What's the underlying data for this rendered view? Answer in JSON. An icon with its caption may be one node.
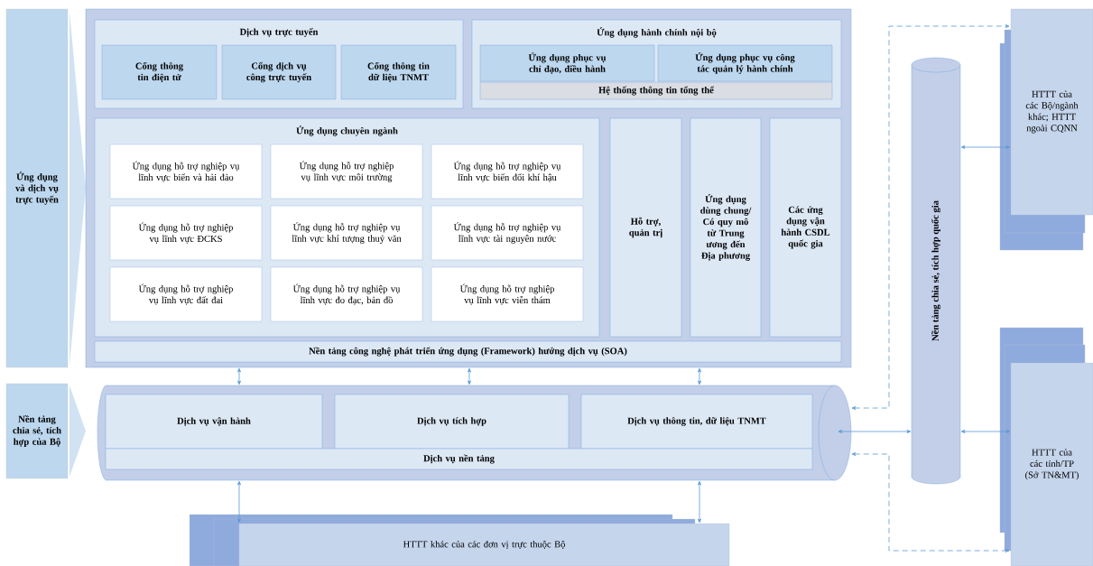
{
  "diagram": {
    "nodes": [
      {
        "text": [
          "Ứng dụng và dịch vụ trực tuyến"
        ]
      },
      {
        "text": [],
        "shape": "box"
      },
      {
        "text": [
          "Dịch vụ trực tuyến"
        ],
        "in": 1
      },
      {
        "text": [
          "Cổng thông tin điện tử"
        ],
        "in": 2
      },
      {
        "text": [
          "Cổng dịch vụ công trực tuyến"
        ],
        "in": 2
      },
      {
        "text": [
          "Cổng thông tin dữ liệu TNMT"
        ],
        "in": 2
      },
      {
        "text": [
          "Ứng dụng hành chính nội bộ"
        ],
        "in": 1
      },
      {
        "text": [
          "Ứng dụng phục vụ chỉ đạo, điều hành"
        ],
        "in": 6
      },
      {
        "text": [
          "Ứng dụng phục vụ công tác quản lý hành chính"
        ],
        "in": 6
      },
      {
        "text": [
          "Hệ thống thông tin tổng thể"
        ],
        "in": 6
      },
      {
        "text": [
          "Ứng dụng chuyên ngành"
        ],
        "in": 1
      },
      {
        "text": [
          "Ứng dụng hỗ trợ nghiệp vụ lĩnh vực biển và hải đảo"
        ],
        "in": 10
      },
      {
        "text": [
          "Ứng dụng hỗ trợ nghiệp vụ lĩnh vực môi trường"
        ],
        "in": 10
      },
      {
        "text": [
          "Ứng dụng hỗ trợ nghiệp vụ lĩnh vực biến đổi khí hậu"
        ],
        "in": 10
      },
      {
        "text": [
          "Ứng dụng hỗ trợ nghiệp vụ lĩnh vực ĐCKS"
        ],
        "in": 10
      },
      {
        "text": [
          "Ứng dụng hỗ trợ nghiệp vụ lĩnh vực khí tượng thuỷ văn"
        ],
        "in": 10
      },
      {
        "text": [
          "Ứng dụng hỗ trợ nghiệp vụ lĩnh vực tài nguyên nước"
        ],
        "in": 10
      },
      {
        "text": [
          "Ứng dụng hỗ trợ nghiệp vụ lĩnh vực đất đai"
        ],
        "in": 10
      },
      {
        "text": [
          "Ứng dụng hỗ trợ nghiệp vụ lĩnh vực đo đạc, bản đồ"
        ],
        "in": 10
      },
      {
        "text": [
          "Ứng dụng hỗ trợ nghiệp vụ lĩnh vực viễn thám"
        ],
        "in": 10
      },
      {
        "text": [
          "Hỗ trợ, quản trị"
        ],
        "in": 1
      },
      {
        "text": [
          "Ứng dụng dùng chung/ Có quy mô từ Trung ương đến Địa phương"
        ],
        "in": 1
      },
      {
        "text": [
          "Các ứng dụng vận hành CSDL quốc gia"
        ],
        "in": 1
      },
      {
        "text": [
          "Nền tảng công nghệ phát triển ứng dụng (Framework) hướng dịch vụ (SOA)"
        ],
        "in": 1
      },
      {
        "text": [
          "Nền tảng chia sẻ, tích hợp của Bộ"
        ]
      },
      {
        "text": [],
        "shape": "cylinder"
      },
      {
        "text": [
          "Dịch vụ vận hành"
        ],
        "in": 25
      },
      {
        "text": [
          "Dịch vụ tích hợp"
        ],
        "in": 25
      },
      {
        "text": [
          "Dịch vụ thông tin, dữ liệu TNMT"
        ],
        "in": 25
      },
      {
        "text": [
          "Dịch vụ nền tảng"
        ],
        "in": 25
      },
      {
        "text": [
          "HTTT khác của các đơn vị trực thuộc Bộ"
        ]
      },
      {
        "text": [
          "Nền tảng chia sẻ, tích hợp quốc gia"
        ]
      },
      {
        "text": [
          "HTTT của các Bộ/ngành khác; HTTT ngoài CQNN"
        ]
      },
      {
        "text": [
          "HTTT của các tỉnh/TP (Sở TN&MT)"
        ]
      }
    ],
    "edges": [
      {
        "from": 1,
        "to": 25,
        "arrow": "both"
      },
      {
        "from": 1,
        "to": 25,
        "arrow": "both"
      },
      {
        "from": 1,
        "to": 25,
        "arrow": "both"
      },
      {
        "from": 25,
        "to": 30,
        "arrow": "both"
      },
      {
        "from": 25,
        "to": 30,
        "arrow": "both"
      },
      {
        "from": 25,
        "to": 31,
        "arrow": "both"
      },
      {
        "from": 31,
        "to": 32,
        "arrow": "both"
      },
      {
        "from": 31,
        "to": 33,
        "arrow": "both"
      },
      {
        "from": 25,
        "to": 32,
        "arrow": "both",
        "style": "dashed"
      },
      {
        "from": 25,
        "to": 33,
        "arrow": "both",
        "style": "dashed"
      }
    ]
  }
}
